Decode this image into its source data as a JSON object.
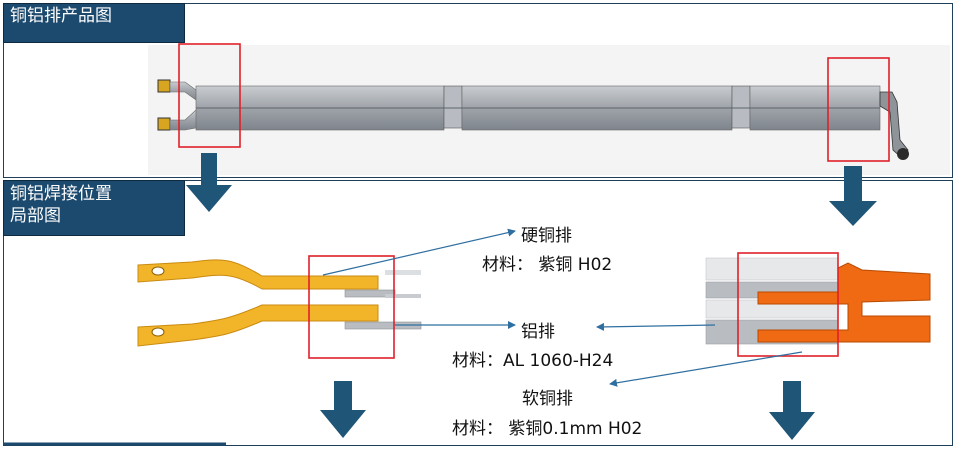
{
  "header_top": {
    "title": "铜铝排产品图"
  },
  "header_bottom": {
    "title_line1": "铜铝焊接位置",
    "title_line2": "局部图"
  },
  "callouts": {
    "hard_copper_name": "硬铜排",
    "hard_copper_material": "材料： 紫铜 H02",
    "aluminum_name": "铝排",
    "aluminum_material": "材料：AL 1060-H24",
    "soft_copper_name": "软铜排",
    "soft_copper_material": "材料： 紫铜0.1mm H02"
  },
  "colors": {
    "header_bg": "#1c4a6e",
    "arrow": "#1f5577",
    "highlight_box": "#e0202a",
    "copper_gold": "#f2b52a",
    "copper_orange": "#ef6a12",
    "aluminum_gray": "#b9bdc2"
  }
}
